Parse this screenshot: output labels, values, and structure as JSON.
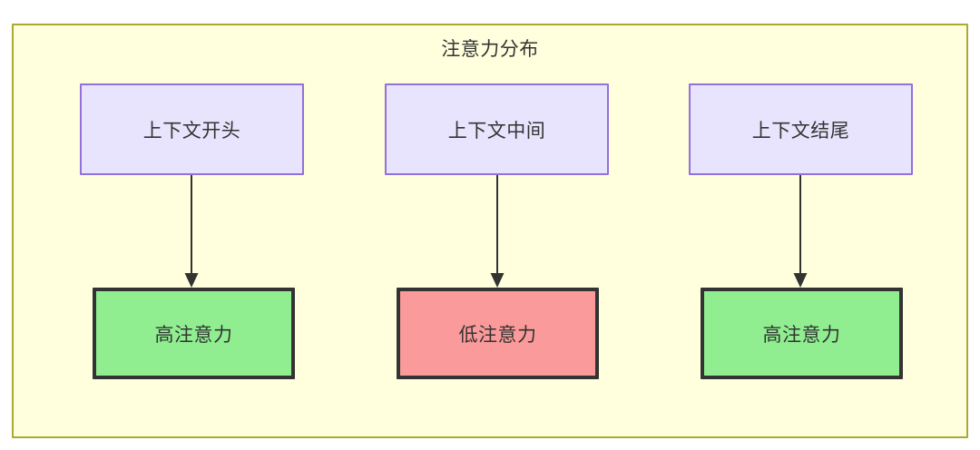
{
  "diagram": {
    "title": "注意力分布",
    "container": {
      "fill": "#ffffde",
      "stroke": "#aaaa33"
    },
    "columns": [
      {
        "id": "start",
        "source": {
          "label": "上下文开头",
          "fill": "#e8e4fd",
          "stroke": "#9370db"
        },
        "target": {
          "label": "高注意力",
          "fill": "#90ee90",
          "stroke": "#333333"
        }
      },
      {
        "id": "middle",
        "source": {
          "label": "上下文中间",
          "fill": "#e8e4fd",
          "stroke": "#9370db"
        },
        "target": {
          "label": "低注意力",
          "fill": "#fa9a9a",
          "stroke": "#333333"
        }
      },
      {
        "id": "end",
        "source": {
          "label": "上下文结尾",
          "fill": "#e8e4fd",
          "stroke": "#9370db"
        },
        "target": {
          "label": "高注意力",
          "fill": "#90ee90",
          "stroke": "#333333"
        }
      }
    ],
    "edge_color": "#333333"
  }
}
